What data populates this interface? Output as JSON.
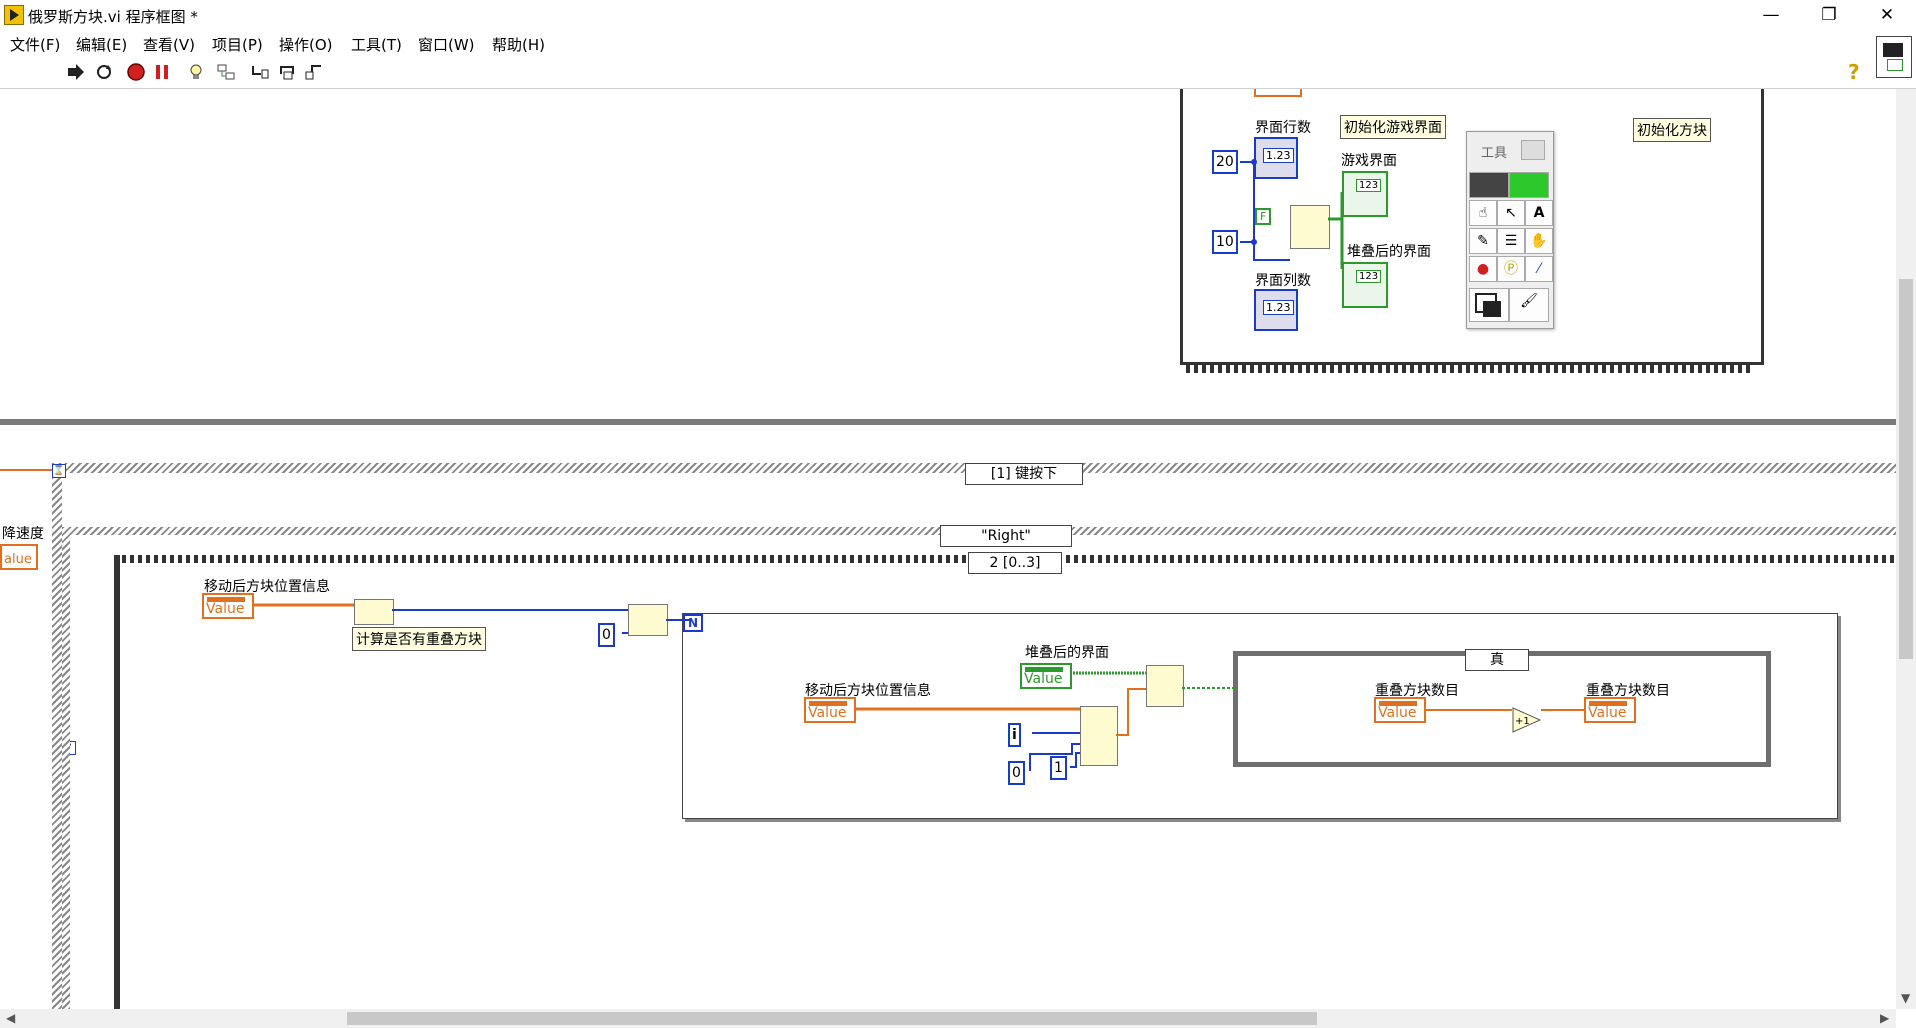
{
  "window": {
    "title": "俄罗斯方块.vi 程序框图 *",
    "controls": {
      "minimize": "—",
      "maximize": "❐",
      "close": "✕"
    }
  },
  "menu": [
    "文件(F)",
    "编辑(E)",
    "查看(V)",
    "项目(P)",
    "操作(O)",
    "工具(T)",
    "窗口(W)",
    "帮助(H)"
  ],
  "toolbar": {
    "icons": [
      "run-icon",
      "run-continuously-icon",
      "abort-icon",
      "pause-icon",
      "highlight-execution-icon",
      "retain-wire-values-icon",
      "step-into-icon",
      "step-over-icon",
      "step-out-icon"
    ],
    "help_label": "?"
  },
  "tools_palette": {
    "title": "工具",
    "tools": [
      "auto-select-tool-icon",
      "operate-value-tool-icon",
      "position-select-tool-icon",
      "edit-text-tool-icon",
      "connect-wire-tool-icon",
      "object-shortcut-menu-tool-icon",
      "scroll-window-tool-icon",
      "breakpoint-tool-icon",
      "probe-data-tool-icon",
      "get-color-tool-icon",
      "set-color-tool-icon"
    ]
  },
  "top_frame": {
    "labels": {
      "rows": "界面行数",
      "cols": "界面列数",
      "init_ui": "初始化游戏界面",
      "game_ui": "游戏界面",
      "stacked_ui": "堆叠后的界面",
      "init_block": "初始化方块"
    },
    "constants": {
      "rows_value": "20",
      "cols_value": "10",
      "bool_value": "F"
    },
    "indicator_text": "1.23",
    "array_text": "123"
  },
  "event_structure": {
    "selector": "[1] 键按下",
    "left_label": "降速度",
    "left_value": "alue"
  },
  "case_structure": {
    "selector": "\"Right\""
  },
  "sequence": {
    "selector": "2 [0..3]"
  },
  "inner": {
    "moved_block_label": "移动后方块位置信息",
    "value_text": "Value",
    "calc_overlap_label": "计算是否有重叠方块",
    "zero_const": "0",
    "n_terminal": "N",
    "i_terminal": "i",
    "one_const": "1",
    "stacked_ui_label": "堆叠后的界面",
    "true_case": "真",
    "overlap_count_label": "重叠方块数目",
    "increment": "+1"
  }
}
